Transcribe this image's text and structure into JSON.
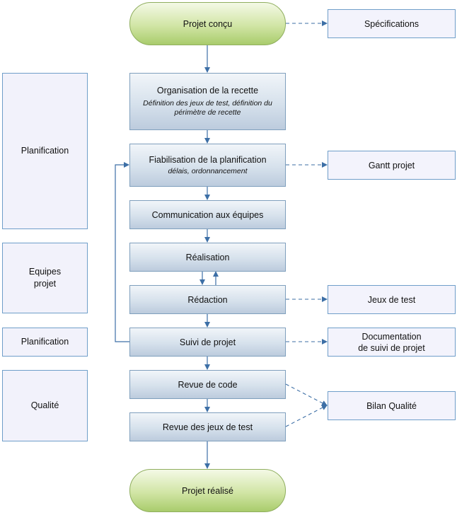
{
  "lanes": {
    "planning_main": "Planification",
    "teams_line1": "Equipes",
    "teams_line2": "projet",
    "planning_followup": "Planification",
    "quality": "Qualité"
  },
  "terminals": {
    "start": "Projet conçu",
    "end": "Projet réalisé"
  },
  "steps": {
    "acceptance": {
      "title": "Organisation de la recette",
      "subtitle_line1": "Définition des jeux de test, définition du",
      "subtitle_line2": "périmètre de recette"
    },
    "planning": {
      "title": "Fiabilisation de la planification",
      "subtitle": "délais, ordonnancement"
    },
    "communication": "Communication aux équipes",
    "realisation": "Réalisation",
    "redaction": "Rédaction",
    "followup": "Suivi de projet",
    "code_review": "Revue de code",
    "testset_review": "Revue des jeux de test"
  },
  "documents": {
    "specs": "Spécifications",
    "gantt": "Gantt projet",
    "test_sets": "Jeux de test",
    "followup_doc_line1": "Documentation",
    "followup_doc_line2": "de suivi de projet",
    "quality_report": "Bilan Qualité"
  },
  "colors": {
    "arrow": "#3d6fa6",
    "lane_border": "#6f9ec9",
    "terminal_green": "#a9cc6c"
  }
}
